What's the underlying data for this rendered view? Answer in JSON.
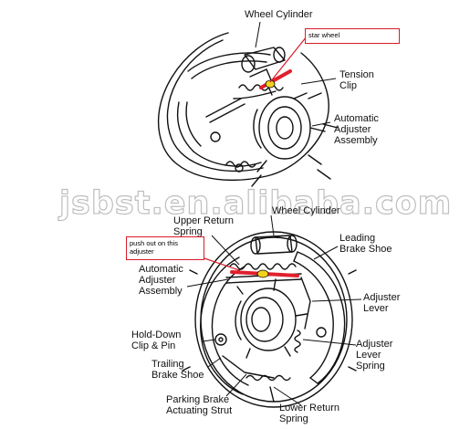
{
  "top_figure": {
    "labels": {
      "wheel_cylinder": "Wheel Cylinder",
      "tension_clip": "Tension\nClip",
      "automatic_adjuster_assembly": "Automatic\nAdjuster\nAssembly"
    },
    "callout": "star wheel"
  },
  "bottom_figure": {
    "labels": {
      "wheel_cylinder": "Wheel Cylinder",
      "upper_return_spring": "Upper Return\nSpring",
      "leading_brake_shoe": "Leading\nBrake Shoe",
      "automatic_adjuster_assembly": "Automatic\nAdjuster\nAssembly",
      "adjuster_lever": "Adjuster\nLever",
      "hold_down_clip_pin": "Hold-Down\nClip & Pin",
      "adjuster_lever_spring": "Adjuster\nLever\nSpring",
      "trailing_brake_shoe": "Trailing\nBrake Shoe",
      "parking_brake_actuating_strut": "Parking Brake\nActuating Strut",
      "lower_return_spring": "Lower Return\nSpring"
    },
    "callout": "push out on this\nadjuster"
  },
  "watermark": "jsbst.en.alibaba.com",
  "colors": {
    "line_art": "#111111",
    "callout_border": "#d81c2a",
    "highlight_red": "#e0202c",
    "highlight_yellow": "#f2d21b"
  }
}
